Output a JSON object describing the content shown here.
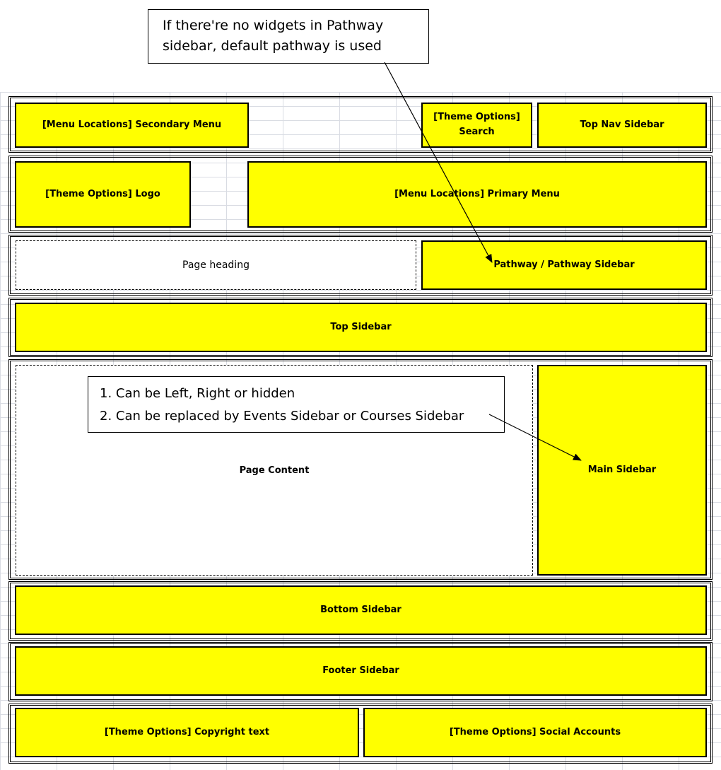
{
  "callouts": {
    "pathway_note": {
      "line1": "If there're no widgets in Pathway",
      "line2": "sidebar, default pathway is used"
    },
    "sidebar_note": {
      "line1": "1. Can be Left, Right or hidden",
      "line2": "2. Can be replaced by Events Sidebar or Courses Sidebar"
    }
  },
  "rows": {
    "top_bar": {
      "secondary_menu": "[Menu Locations] Secondary Menu",
      "search_line1": "[Theme Options]",
      "search_line2": "Search",
      "top_nav_sidebar": "Top Nav Sidebar"
    },
    "header": {
      "logo": "[Theme Options] Logo",
      "primary_menu": "[Menu Locations] Primary Menu"
    },
    "heading": {
      "page_heading": "Page heading",
      "pathway_sidebar": "Pathway / Pathway Sidebar"
    },
    "top_sidebar": "Top Sidebar",
    "content": {
      "page_content": "Page Content",
      "main_sidebar": "Main Sidebar"
    },
    "bottom_sidebar": "Bottom Sidebar",
    "footer_sidebar": "Footer Sidebar",
    "footer": {
      "copyright": "[Theme Options] Copyright text",
      "social": "[Theme Options] Social Accounts"
    }
  },
  "colors": {
    "widget_area": "#ffff00",
    "border": "#000000"
  }
}
